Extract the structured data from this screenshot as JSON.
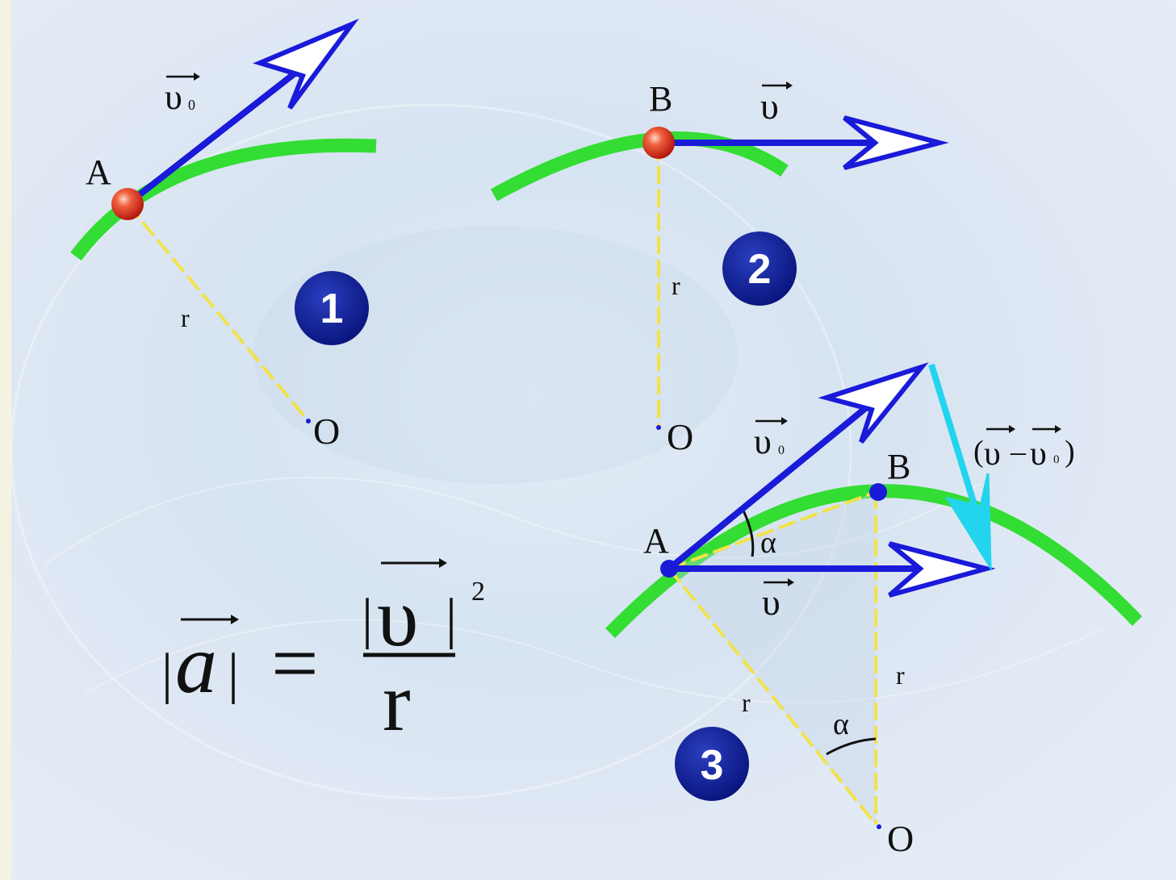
{
  "panel1": {
    "badge": "1",
    "point_label": "A",
    "center_label": "O",
    "radius_label": "r",
    "velocity_label": "υ",
    "velocity_subscript": "0"
  },
  "panel2": {
    "badge": "2",
    "point_label": "B",
    "center_label": "O",
    "radius_label": "r",
    "velocity_label": "υ"
  },
  "panel3": {
    "badge": "3",
    "point_a_label": "A",
    "point_b_label": "B",
    "center_label": "O",
    "radius_label_left": "r",
    "radius_label_right": "r",
    "angle_top_label": "α",
    "angle_bottom_label": "α",
    "v0_label": "υ",
    "v0_subscript": "0",
    "v_label": "υ",
    "delta_label_open": "(",
    "delta_label_v": "υ",
    "delta_label_minus": "–",
    "delta_label_v0": "υ",
    "delta_label_sub": "0",
    "delta_label_close": ")"
  },
  "formula": {
    "bar_left": "|",
    "a": "a",
    "bar_right": "|",
    "equals": "=",
    "num_bar_left": "|",
    "numerator": "υ",
    "num_bar_right": "|",
    "exponent": "2",
    "denominator": "r"
  },
  "colors": {
    "arc": "#33dd33",
    "vector": "#1a1ad9",
    "delta_vector": "#22d4ee",
    "radius": "#f2e24a",
    "badge": "#0a1a8c",
    "ball": "#e63a22"
  }
}
